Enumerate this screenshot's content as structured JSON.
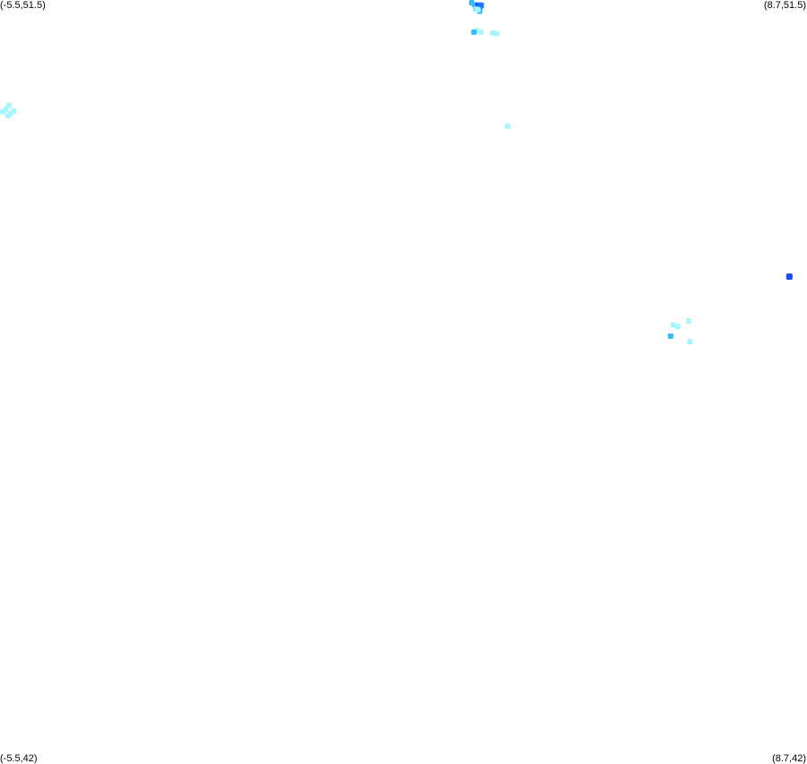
{
  "map": {
    "bounds": {
      "lon_min": -5.5,
      "lon_max": 8.7,
      "lat_min": 42,
      "lat_max": 51.5
    },
    "corner_labels": {
      "top_left": "(-5.5,51.5)",
      "top_right": "(8.7,51.5)",
      "bottom_left": "(-5.5,42)",
      "bottom_right": "(8.7,42)"
    },
    "colors": {
      "level_1": "#a8f4ff",
      "level_2": "#7fe3ff",
      "level_3": "#33bbff",
      "level_4": "#1a7dff",
      "level_5": "#1a4dff"
    },
    "points": [
      {
        "lon": 2.8,
        "lat": 51.5,
        "level": 3
      },
      {
        "lon": 2.85,
        "lat": 51.44,
        "level": 3
      },
      {
        "lon": 2.92,
        "lat": 51.43,
        "level": 5
      },
      {
        "lon": 2.96,
        "lat": 51.43,
        "level": 4
      },
      {
        "lon": 2.87,
        "lat": 51.39,
        "level": 2
      },
      {
        "lon": 2.94,
        "lat": 51.36,
        "level": 3
      },
      {
        "lon": 2.91,
        "lat": 51.38,
        "level": 1
      },
      {
        "lon": 2.89,
        "lat": 51.12,
        "level": 1
      },
      {
        "lon": 2.84,
        "lat": 51.1,
        "level": 3
      },
      {
        "lon": 2.96,
        "lat": 51.1,
        "level": 1
      },
      {
        "lon": 3.17,
        "lat": 51.09,
        "level": 1
      },
      {
        "lon": 3.24,
        "lat": 51.08,
        "level": 1
      },
      {
        "lon": 3.43,
        "lat": 49.93,
        "level": 1
      },
      {
        "lon": -5.47,
        "lat": 50.11,
        "level": 1
      },
      {
        "lon": -5.4,
        "lat": 50.14,
        "level": 1
      },
      {
        "lon": -5.34,
        "lat": 50.19,
        "level": 1
      },
      {
        "lon": -5.26,
        "lat": 50.12,
        "level": 1
      },
      {
        "lon": -5.31,
        "lat": 50.09,
        "level": 1
      },
      {
        "lon": -5.36,
        "lat": 50.06,
        "level": 1
      },
      {
        "lon": 8.39,
        "lat": 48.06,
        "level": 5
      },
      {
        "lon": 6.35,
        "lat": 47.46,
        "level": 1
      },
      {
        "lon": 6.43,
        "lat": 47.44,
        "level": 1
      },
      {
        "lon": 6.62,
        "lat": 47.51,
        "level": 1
      },
      {
        "lon": 6.3,
        "lat": 47.32,
        "level": 3
      },
      {
        "lon": 6.64,
        "lat": 47.25,
        "level": 1
      }
    ]
  }
}
